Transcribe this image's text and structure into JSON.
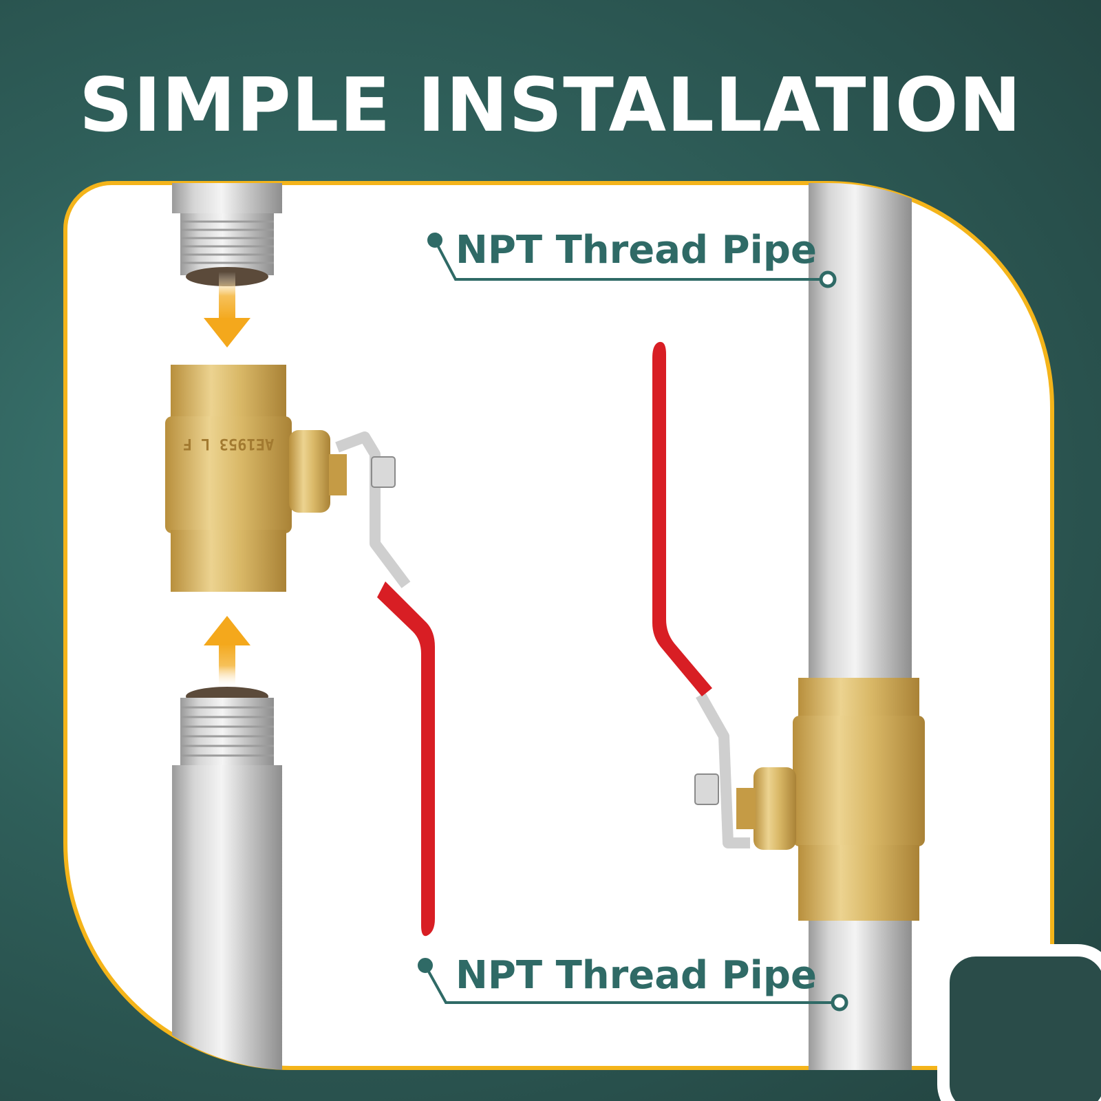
{
  "title": "SIMPLE INSTALLATION",
  "callouts": [
    {
      "label": "NPT Thread Pipe"
    },
    {
      "label": "NPT Thread Pipe"
    }
  ],
  "valve_engraving": "AE1953 L F",
  "colors": {
    "background": "#2f5f5a",
    "panel_border": "#f4b41a",
    "callout_text": "#2f6a66",
    "handle": "#d81e24",
    "brass": "#d9b867",
    "arrow": "#f4a81c"
  }
}
